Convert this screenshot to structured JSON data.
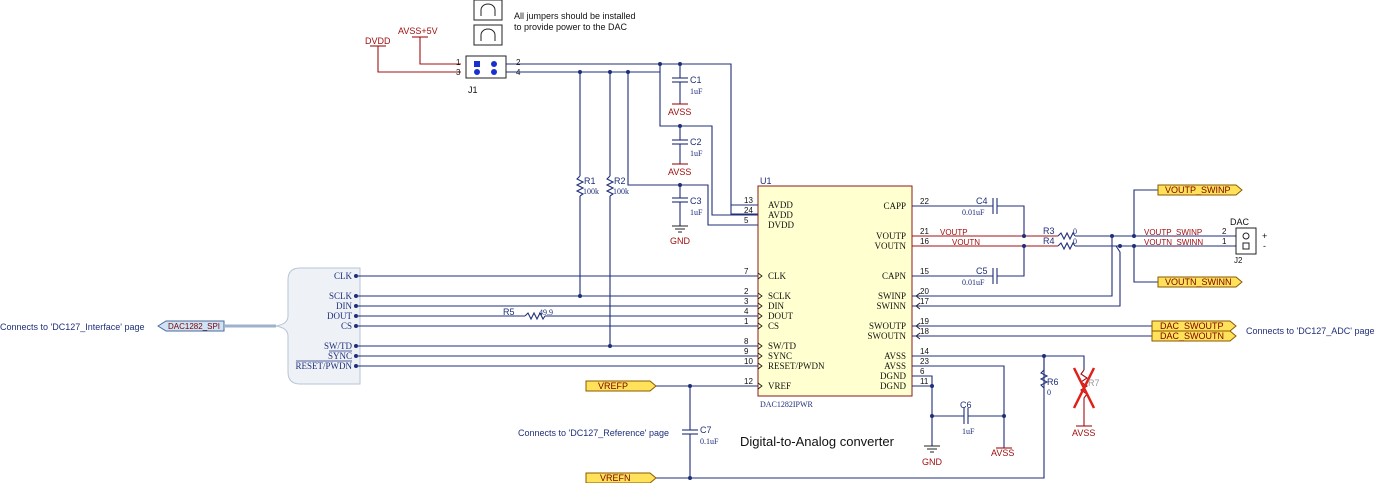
{
  "notes": {
    "jumper_line1": "All jumpers should be installed",
    "jumper_line2": "to provide power to the DAC",
    "interface": "Connects to 'DC127_Interface' page",
    "adc": "Connects to 'DC127_ADC' page",
    "reference": "Connects to 'DC127_Reference' page",
    "title": "Digital-to-Analog    converter"
  },
  "power": {
    "dvdd": "DVDD",
    "avss5": "AVSS+5V",
    "avss": "AVSS",
    "gnd": "GND"
  },
  "jumper": {
    "ref": "J1",
    "p1": "1",
    "p2": "2",
    "p3": "3",
    "p4": "4"
  },
  "u1": {
    "ref": "U1",
    "part": "DAC1282IPWR",
    "left_pins": [
      {
        "num": "13",
        "name": "AVDD"
      },
      {
        "num": "24",
        "name": "AVDD"
      },
      {
        "num": "5",
        "name": "DVDD"
      },
      {
        "num": "7",
        "name": "CLK"
      },
      {
        "num": "2",
        "name": "SCLK"
      },
      {
        "num": "3",
        "name": "DIN"
      },
      {
        "num": "4",
        "name": "DOUT"
      },
      {
        "num": "1",
        "name": "CS"
      },
      {
        "num": "8",
        "name": "SW/TD"
      },
      {
        "num": "9",
        "name": "SYNC"
      },
      {
        "num": "10",
        "name": "RESET/PWDN"
      },
      {
        "num": "12",
        "name": "VREF"
      }
    ],
    "right_pins": [
      {
        "num": "22",
        "name": "CAPP"
      },
      {
        "num": "21",
        "name": "VOUTP"
      },
      {
        "num": "16",
        "name": "VOUTN"
      },
      {
        "num": "15",
        "name": "CAPN"
      },
      {
        "num": "20",
        "name": "SWINP"
      },
      {
        "num": "17",
        "name": "SWINN"
      },
      {
        "num": "19",
        "name": "SWOUTP"
      },
      {
        "num": "18",
        "name": "SWOUTN"
      },
      {
        "num": "14",
        "name": "AVSS"
      },
      {
        "num": "23",
        "name": "AVSS"
      },
      {
        "num": "6",
        "name": "DGND"
      },
      {
        "num": "11",
        "name": "DGND"
      }
    ]
  },
  "parts": {
    "c1": {
      "ref": "C1",
      "val": "1uF"
    },
    "c2": {
      "ref": "C2",
      "val": "1uF"
    },
    "c3": {
      "ref": "C3",
      "val": "1uF"
    },
    "c4": {
      "ref": "C4",
      "val": "0.01uF"
    },
    "c5": {
      "ref": "C5",
      "val": "0.01uF"
    },
    "c6": {
      "ref": "C6",
      "val": "1uF"
    },
    "c7": {
      "ref": "C7",
      "val": "0.1uF"
    },
    "r1": {
      "ref": "R1",
      "val": "100k"
    },
    "r2": {
      "ref": "R2",
      "val": "100k"
    },
    "r3": {
      "ref": "R3",
      "val": "0"
    },
    "r4": {
      "ref": "R4",
      "val": "0"
    },
    "r5": {
      "ref": "R5",
      "val": "49.9"
    },
    "r6": {
      "ref": "R6",
      "val": "0"
    },
    "r7": {
      "ref": "R7"
    }
  },
  "nets": {
    "clk": "CLK",
    "sclk": "SCLK",
    "din": "DIN",
    "dout": "DOUT",
    "cs": "CS",
    "swtd": "SW/TD",
    "sync": "SYNC",
    "reset": "RESET/PWDN",
    "voutp": "VOUTP",
    "voutn": "VOUTN",
    "voutp_swinp": "VOUTP_SWINP",
    "voutn_swinn": "VOUTN_SWINN"
  },
  "flags": {
    "spi": "DAC1282_SPI",
    "vrefp": "VREFP",
    "vrefn": "VREFN",
    "voutp_swinp": "VOUTP_SWINP",
    "voutn_swinn": "VOUTN_SWINN",
    "swoutp": "DAC_SWOUTP",
    "swoutn": "DAC_SWOUTN"
  },
  "j2": {
    "ref": "J2",
    "label": "DAC",
    "p2": "2",
    "p1": "1",
    "plus": "+",
    "minus": "-"
  }
}
